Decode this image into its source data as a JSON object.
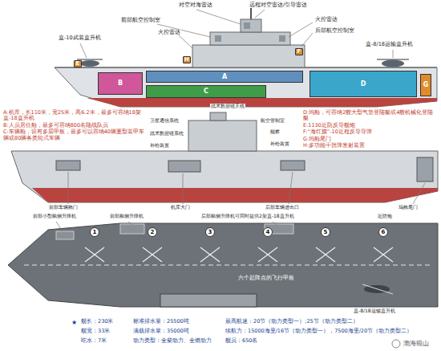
{
  "diagram": {
    "nodes": [
      {
        "text": [
          "A"
        ]
      },
      {
        "text": [
          "B"
        ]
      },
      {
        "text": [
          "C"
        ]
      },
      {
        "text": [
          "D"
        ]
      },
      {
        "text": [
          "E"
        ]
      },
      {
        "text": [
          "F"
        ]
      },
      {
        "text": [
          "G"
        ]
      },
      {
        "text": [
          "H"
        ]
      },
      {
        "text": [
          "1"
        ]
      },
      {
        "text": [
          "2"
        ]
      },
      {
        "text": [
          "3"
        ]
      },
      {
        "text": [
          "4"
        ]
      },
      {
        "text": [
          "5"
        ]
      },
      {
        "text": [
          "6"
        ]
      }
    ],
    "edges": [],
    "labels": [
      "直-10武装直升机",
      "前部航空控制室",
      "对空对海雷达",
      "远程对空雷达/引导雷达",
      "火控雷达",
      "火控雷达",
      "后部航空控制室",
      "直-8/18运输直升机",
      "A:机库，长110米，宽25米，高6.2米，最多可容纳18架直-18直升机",
      "B:人员居住舱，最多可容纳800名陆战队员",
      "C:车辆舱，设有多层甲板，最多可以容纳40辆重型装甲车辆或80辆各类轮式车辆",
      "D:坞舱，可容纳2艘大型气垫登陆艇或4艘机械化登陆艇",
      "E:1130近防反导舰炮",
      "F:“海红旗”-10近程反导导弹",
      "G:坞舱尾门",
      "H:多功能干扰弹发射装置",
      "战术数据链天线",
      "卫星通信系统",
      "航空管制室",
      "战术数据链系统",
      "舰桥",
      "补给装置",
      "补给装置",
      "前部车辆舱门",
      "机库大门",
      "后部车辆进出口",
      "坞舱尾门",
      "前部小型舷侧升降机",
      "前部舷侧升降机",
      "后部舷侧升降机可同时提供2架直-18直升机",
      "近防炮",
      "六个起降点的飞行甲板",
      "直-8/18运输直升机",
      "★",
      "舰长：230米",
      "舰宽：33米",
      "吃水：7米",
      "标准排水量：25500吨",
      "满载排水量：35000吨",
      "动力类型：全柴动力、全燃动力",
      "最高航速：20节（动力类型一）;25节（动力类型二）",
      "续航力：15000海里/16节（动力类型一），7500海里/20节（动力类型二）",
      "舰员：650名",
      "渤海狼山"
    ]
  }
}
